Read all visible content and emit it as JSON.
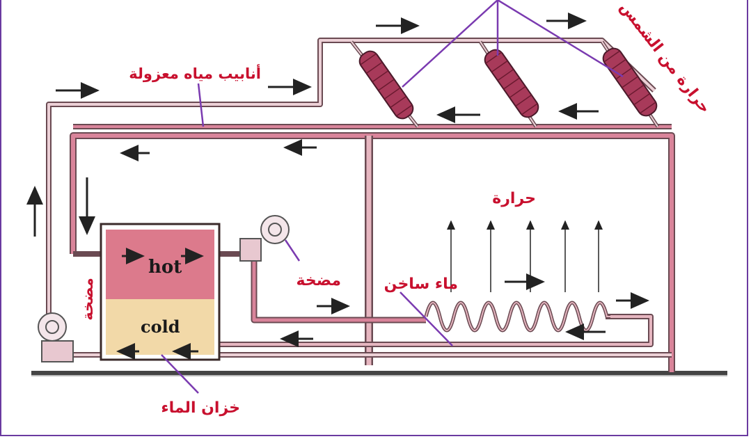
{
  "labels": {
    "pipes": "أنابيب مياه معزولة",
    "heat_from_sun": "حرارة من الشمس",
    "heat": "حرارة",
    "pump_right": "مضخة",
    "pump_left": "مضخة",
    "hot_water": "ماء ساخن",
    "tank": "خزان الماء",
    "hot": "hot",
    "cold": "cold"
  },
  "colors": {
    "pipe": "#d9849a",
    "pipe_edge": "#6a4a52",
    "label": "#c8102e",
    "pointer": "#7a3ab0",
    "hot": "#dc7a8c",
    "cold": "#f2d9a8",
    "collector": "#a83a5a",
    "frame": "#6a3aa0"
  }
}
